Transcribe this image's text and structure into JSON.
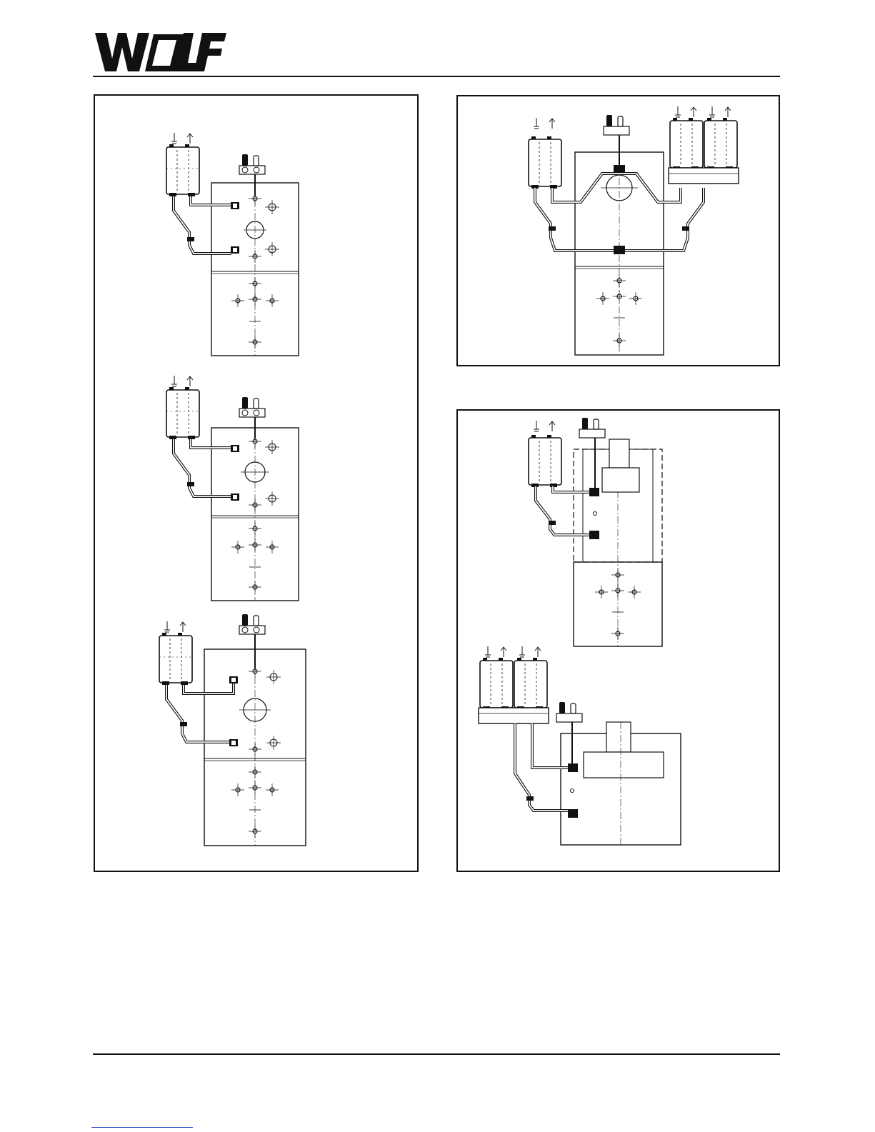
{
  "brand": {
    "logo_text": "WOLF",
    "colors": {
      "ink": "#111111",
      "paper": "#ffffff",
      "link": "#2244cc"
    }
  },
  "panels": [
    {
      "id": "left",
      "contents": [
        "boiler-with-bottom-cylinder-variant-1",
        "boiler-with-bottom-cylinder-variant-2",
        "boiler-with-bottom-cylinder-variant-3"
      ]
    },
    {
      "id": "top-right",
      "contents": [
        "two-boilers-cascade-with-cylinder"
      ]
    },
    {
      "id": "bottom-right",
      "contents": [
        "boiler-with-side-cylinder",
        "boiler-pair-with-side-cylinder"
      ]
    }
  ],
  "icons": {
    "arrow_down": "flow-arrow-down-icon",
    "arrow_up": "return-arrow-up-icon",
    "safety_group": "safety-valve-group-icon"
  }
}
